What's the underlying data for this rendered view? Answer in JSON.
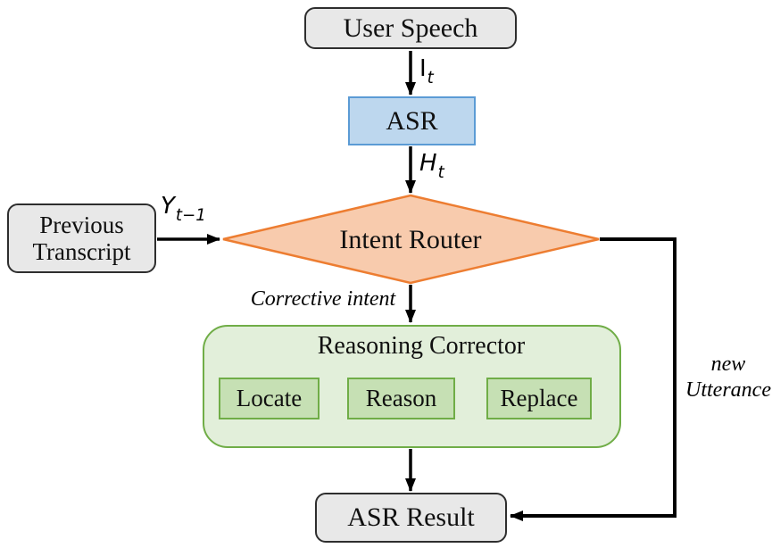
{
  "nodes": {
    "user_speech": "User Speech",
    "asr": "ASR",
    "intent_router": "Intent Router",
    "previous_transcript": "Previous Transcript",
    "reasoning_corrector": "Reasoning Corrector",
    "locate": "Locate",
    "reason": "Reason",
    "replace": "Replace",
    "asr_result": "ASR Result"
  },
  "edge_labels": {
    "input": {
      "base": "I",
      "sub": "t"
    },
    "hypothesis": {
      "base": "H",
      "sub": "t"
    },
    "prev_transcript": {
      "base": "Y",
      "sub": "t−1"
    },
    "corrective_intent": "Corrective intent",
    "new_utterance": {
      "line1": "new",
      "line2": "Utterance"
    }
  },
  "colors": {
    "gray_fill": "#E8E8E8",
    "gray_border": "#2E2E2E",
    "blue_fill": "#BDD7EE",
    "blue_border": "#5B9BD5",
    "orange_fill": "#F8CBAD",
    "orange_border": "#ED7D31",
    "green_container_fill": "#E2EFDA",
    "green_box_fill": "#C6E0B4",
    "green_border": "#70AD47",
    "arrow": "#000000"
  }
}
